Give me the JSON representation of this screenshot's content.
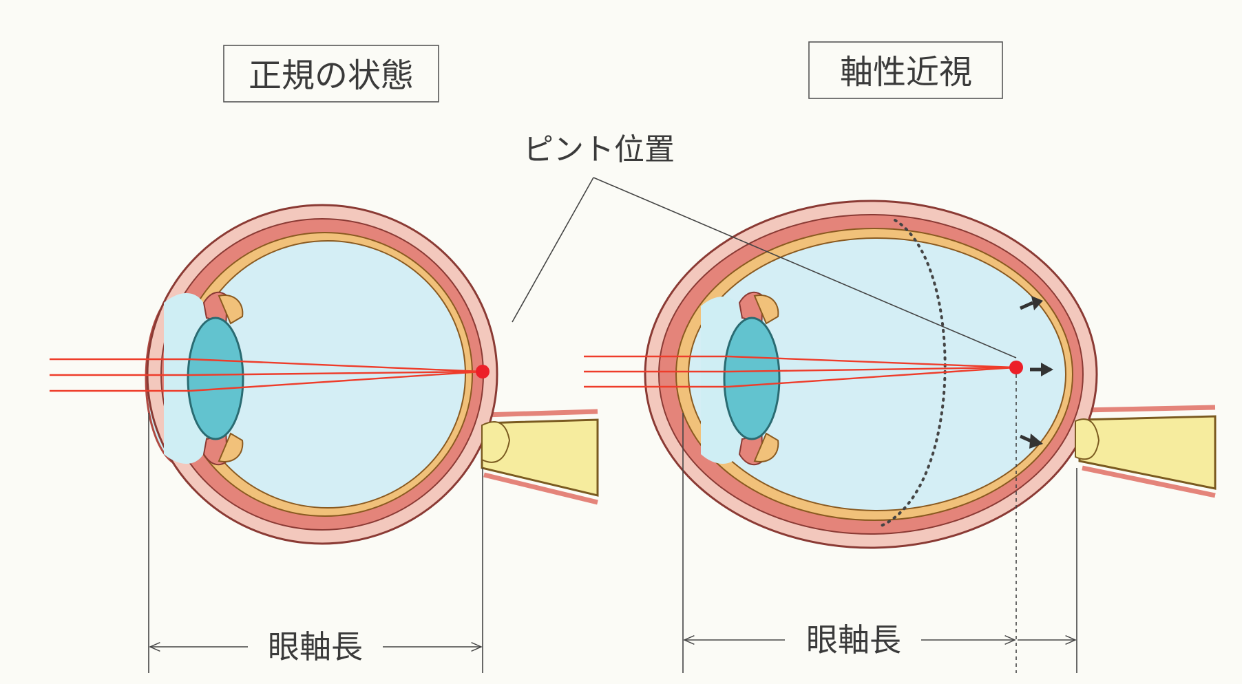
{
  "labels": {
    "normal_title": "正規の状態",
    "myopia_title": "軸性近視",
    "focus_position": "ピント位置",
    "axial_length_left": "眼軸長",
    "axial_length_right": "眼軸長"
  },
  "colors": {
    "background": "#fbfbf6",
    "sclera_outer": "#f3c8bd",
    "choroid": "#e4847a",
    "retina": "#f1c17a",
    "vitreous": "#d4eef5",
    "lens": "#62c3cf",
    "cornea": "#cfeef4",
    "optic_nerve": "#f6ec9e",
    "light_ray": "#ee3c2a",
    "focal_point": "#ec1f28",
    "line": "#444444"
  }
}
